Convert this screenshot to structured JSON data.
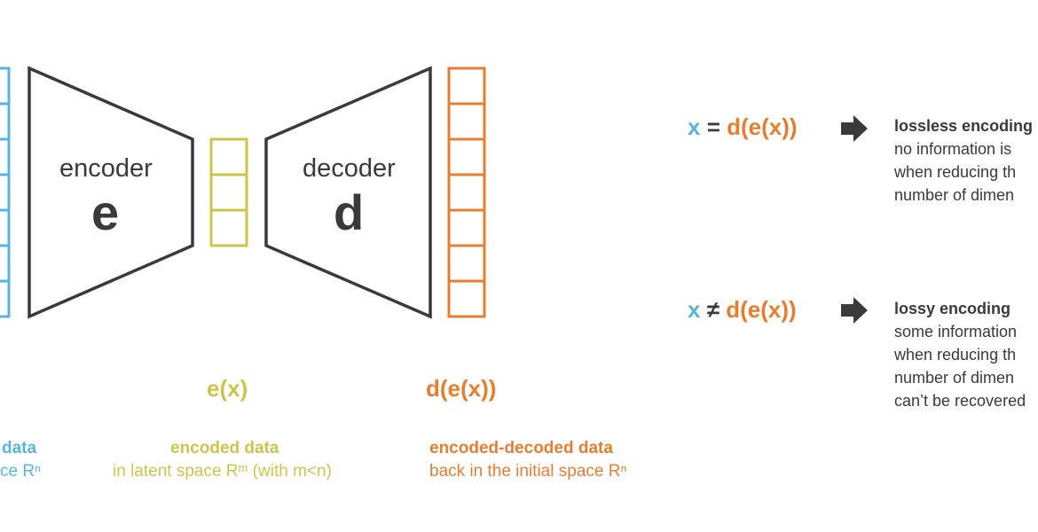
{
  "encoder": {
    "label": "encoder",
    "letter": "e"
  },
  "decoder": {
    "label": "decoder",
    "letter": "d"
  },
  "encoded_func": "e(x)",
  "decoded_func": "d(e(x))",
  "input_caption": {
    "title": "data",
    "subtitle": "ce Rⁿ"
  },
  "encoded_caption": {
    "title": "encoded data",
    "subtitle": "in latent space Rᵐ (with m<n)"
  },
  "decoded_caption": {
    "title": "encoded-decoded data",
    "subtitle": "back in the initial space Rⁿ"
  },
  "lossless": {
    "eq_x": "x",
    "eq_op": "=",
    "eq_d": "d(e(x))",
    "title": "lossless encoding",
    "lines": [
      "no information is",
      "when reducing th",
      "number of dimen"
    ]
  },
  "lossy": {
    "eq_x": "x",
    "eq_op": "≠",
    "eq_d": "d(e(x))",
    "title": "lossy encoding",
    "lines": [
      "some information",
      "when reducing th",
      "number of dimen",
      "can’t be recovered"
    ]
  },
  "colors": {
    "input": "#5ab4e0",
    "latent": "#cfc44a",
    "output": "#e67e30",
    "dark": "#3a3a3a"
  }
}
